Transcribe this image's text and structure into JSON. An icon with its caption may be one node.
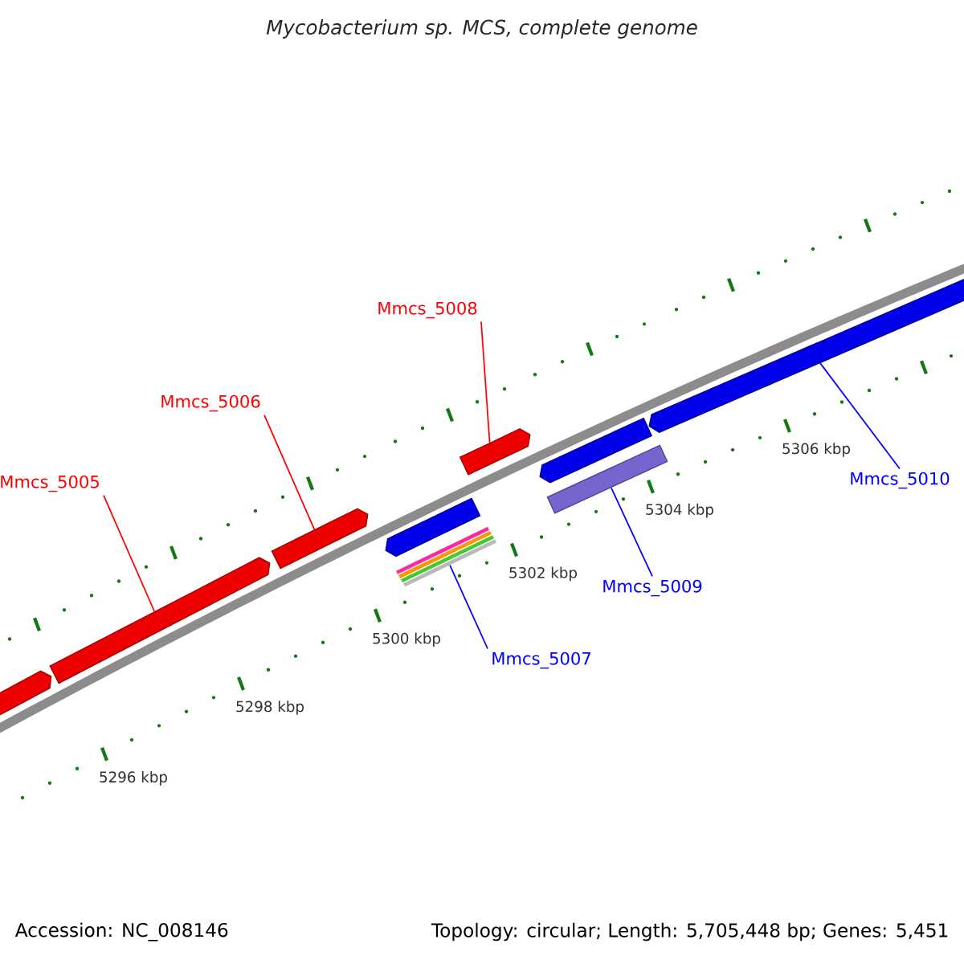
{
  "diagram": {
    "title": "Mycobacterium sp. MCS, complete genome",
    "nodes": [
      {
        "text": [
          "Mmcs_5008"
        ]
      },
      {
        "text": [
          "Mmcs_5006"
        ]
      },
      {
        "text": [
          "Mmcs_5005"
        ]
      },
      {
        "text": [
          "Mmcs_5010"
        ]
      },
      {
        "text": [
          "Mmcs_5009"
        ]
      },
      {
        "text": [
          "Mmcs_5007"
        ]
      },
      {
        "text": [],
        "shape": "bar"
      },
      {
        "text": [],
        "shape": "bar"
      },
      {
        "text": [],
        "shape": "bar"
      },
      {
        "text": [],
        "shape": "bar"
      },
      {
        "text": [],
        "shape": "bar"
      },
      {
        "text": [],
        "shape": "bar"
      },
      {
        "text": [],
        "shape": "bar"
      },
      {
        "text": [],
        "shape": "bar"
      },
      {
        "text": [],
        "shape": "bar"
      }
    ],
    "edges": [
      {
        "from": 2,
        "to": 7,
        "arrow": "none",
        "color": "#ff0000"
      },
      {
        "from": 1,
        "to": 8,
        "arrow": "none",
        "color": "#ff0000"
      },
      {
        "from": 0,
        "to": 11,
        "arrow": "none",
        "color": "#ff0000"
      },
      {
        "from": 5,
        "to": 10,
        "arrow": "none",
        "color": "#0000ff"
      },
      {
        "from": 4,
        "to": 13,
        "arrow": "none",
        "color": "#0000ff"
      },
      {
        "from": 3,
        "to": 14,
        "arrow": "none",
        "color": "#0000ff"
      }
    ],
    "labels": [
      "5296 kbp",
      "5298 kbp",
      "5300 kbp",
      "5302 kbp",
      "5304 kbp",
      "5306 kbp",
      "Accession: NC_008146",
      "Topology: circular; Length: 5,705,448 bp; Genes: 5,451"
    ]
  }
}
